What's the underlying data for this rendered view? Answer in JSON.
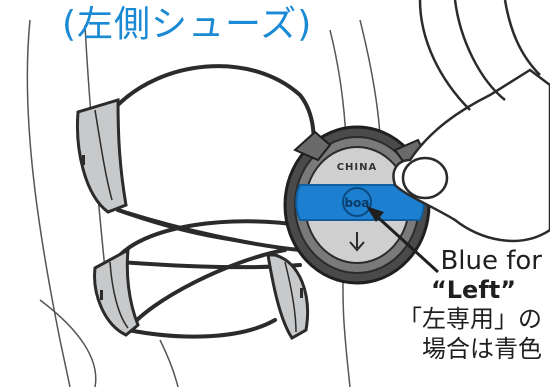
{
  "title": "(左側シューズ)",
  "dial": {
    "stamp": "CHINA",
    "logo": "boa"
  },
  "callout": {
    "line1": "Blue for",
    "line2": "“Left”",
    "line3": "「左専用」の",
    "line4": "場合は青色"
  },
  "colors": {
    "accent_blue": "#1a8ad4",
    "dial_blue": "#1d7fd0",
    "line": "#2b2b2b",
    "shoe_gray": "#c7c9cb"
  }
}
